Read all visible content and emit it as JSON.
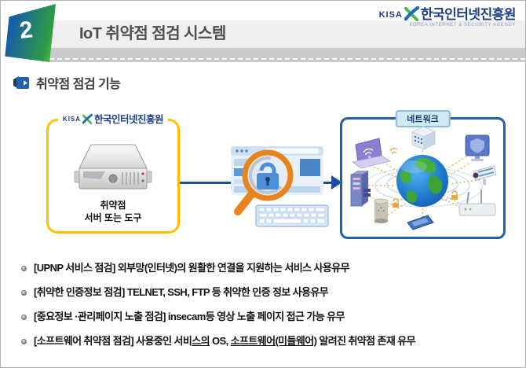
{
  "header": {
    "page_number": "2",
    "title": "IoT 취약점 점검 시스템"
  },
  "kisa_logo": {
    "abbr": "KISA",
    "org_ko": "한국인터넷진흥원",
    "org_en": "KOREA INTERNET & SECURITY AGENCY"
  },
  "section": {
    "heading": "취약점 점검 기능"
  },
  "diagram": {
    "scanner_box": {
      "caption_line1": "취약점",
      "caption_line2": "서버 또는 도구"
    },
    "network_box": {
      "label": "네트워크"
    },
    "icon_names": [
      "kisa-x-icon",
      "server-icon",
      "browser-icon",
      "magnifier-lock-icon",
      "keyboard-icon",
      "globe-icon",
      "laptop-icon",
      "cube-server-icon",
      "shield-monitor-icon",
      "cctv-camera-icon",
      "router-icon",
      "smartphone-icon",
      "speaker-icon",
      "nas-tower-icon"
    ]
  },
  "bullets": [
    {
      "segments": [
        {
          "text": "[UPNP 서비스 점검] 외부망(인터넷)의 원활한 연결을 지원하는 서비스 사용유무"
        }
      ]
    },
    {
      "segments": [
        {
          "text": "[취약한 인증정보 점검] TELNET, SSH, FTP 등 취약한 인증 정보 사용유무"
        }
      ]
    },
    {
      "segments": [
        {
          "text": "[중요정보 ·관리페이지 노출 점검] insecam등 영상 노출 페이지 접근 가능 유무"
        }
      ]
    },
    {
      "segments": [
        {
          "text": "[소프트웨어 취약점 점검] 사용중인 서비"
        },
        {
          "text": "스의",
          "underline": true
        },
        {
          "text": " OS, "
        },
        {
          "text": "소프트웨어(미들웨어)",
          "underline": true
        },
        {
          "text": " 알려진 취약점 존재 유무"
        }
      ]
    }
  ],
  "colors": {
    "header_gradient_blue": "#185ea7",
    "header_gradient_green": "#2e9a46",
    "kisa_navy": "#1c3e86",
    "scanner_box_border": "#ffc000",
    "network_box_border": "#1f5fae",
    "arrow_blue": "#1f4e9f",
    "magnifier_orange": "#e8831d",
    "padlock_blue": "#4a90d9",
    "title_gray": "#4f4f4f"
  }
}
